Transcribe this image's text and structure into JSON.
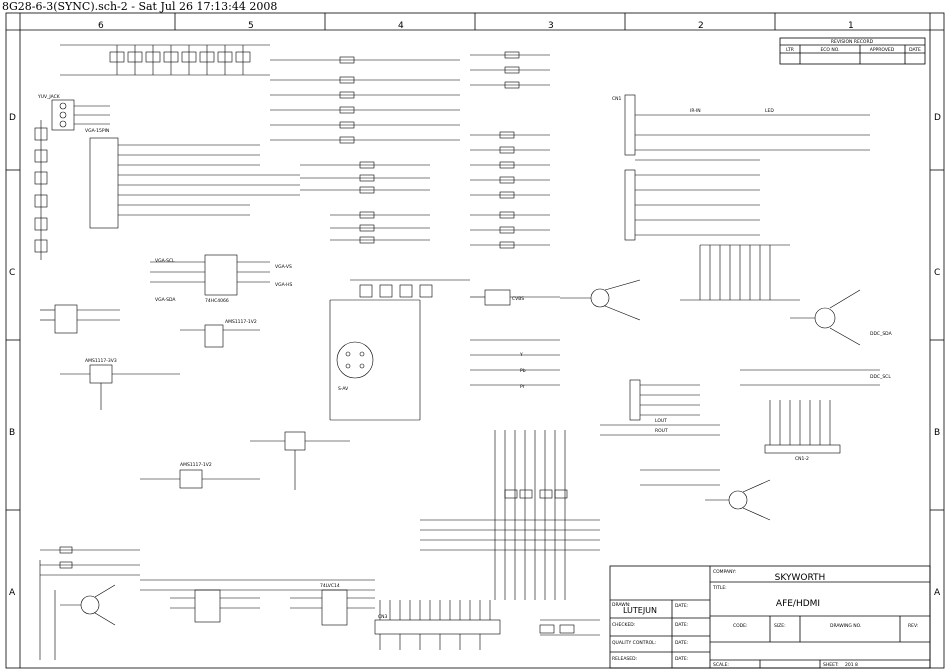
{
  "window": {
    "title": "8G28-6-3(SYNC).sch-2 - Sat Jul 26 17:13:44 2008"
  },
  "border": {
    "columns": [
      "6",
      "5",
      "4",
      "3",
      "2",
      "1"
    ],
    "rows": [
      "D",
      "C",
      "B",
      "A"
    ]
  },
  "revision_record": {
    "title": "REVISION RECORD",
    "headers": [
      "LTR",
      "ECO NO.",
      "APPROVED",
      "DATE"
    ]
  },
  "title_block": {
    "company_label": "COMPANY:",
    "company": "SKYWORTH",
    "title_label": "TITLE:",
    "title": "AFE/HDMI",
    "drawn_label": "DRAWN:",
    "drawn_by": "LUTEJUN",
    "checked_label": "CHECKED:",
    "quality_label": "QUALITY CONTROL:",
    "released_label": "RELEASED:",
    "date_label": "DATE:",
    "code_label": "CODE:",
    "size_label": "SIZE:",
    "drawing_no_label": "DRAWING NO.",
    "rev_label": "REV:",
    "scale_label": "SCALE:",
    "sheet_label": "SHEET:",
    "sheet_value": "201 8"
  },
  "components": {
    "connectors": [
      "VGA-15PIN",
      "YUV_JACK",
      "S-AV",
      "CN1-2",
      "CN1",
      "CN3"
    ],
    "ics": [
      "74HC4066",
      "AMS1117-3V3",
      "74LVC14",
      "AMS1117-1V2"
    ],
    "net_labels": [
      "CVBS",
      "Y",
      "Pb",
      "Pr",
      "VGA-VS",
      "VGA-HS",
      "VGA-SDA",
      "VGA-SCL",
      "LOUT",
      "ROUT",
      "IR-IN",
      "LED",
      "DDC_SDA",
      "DDC_SCL"
    ]
  }
}
